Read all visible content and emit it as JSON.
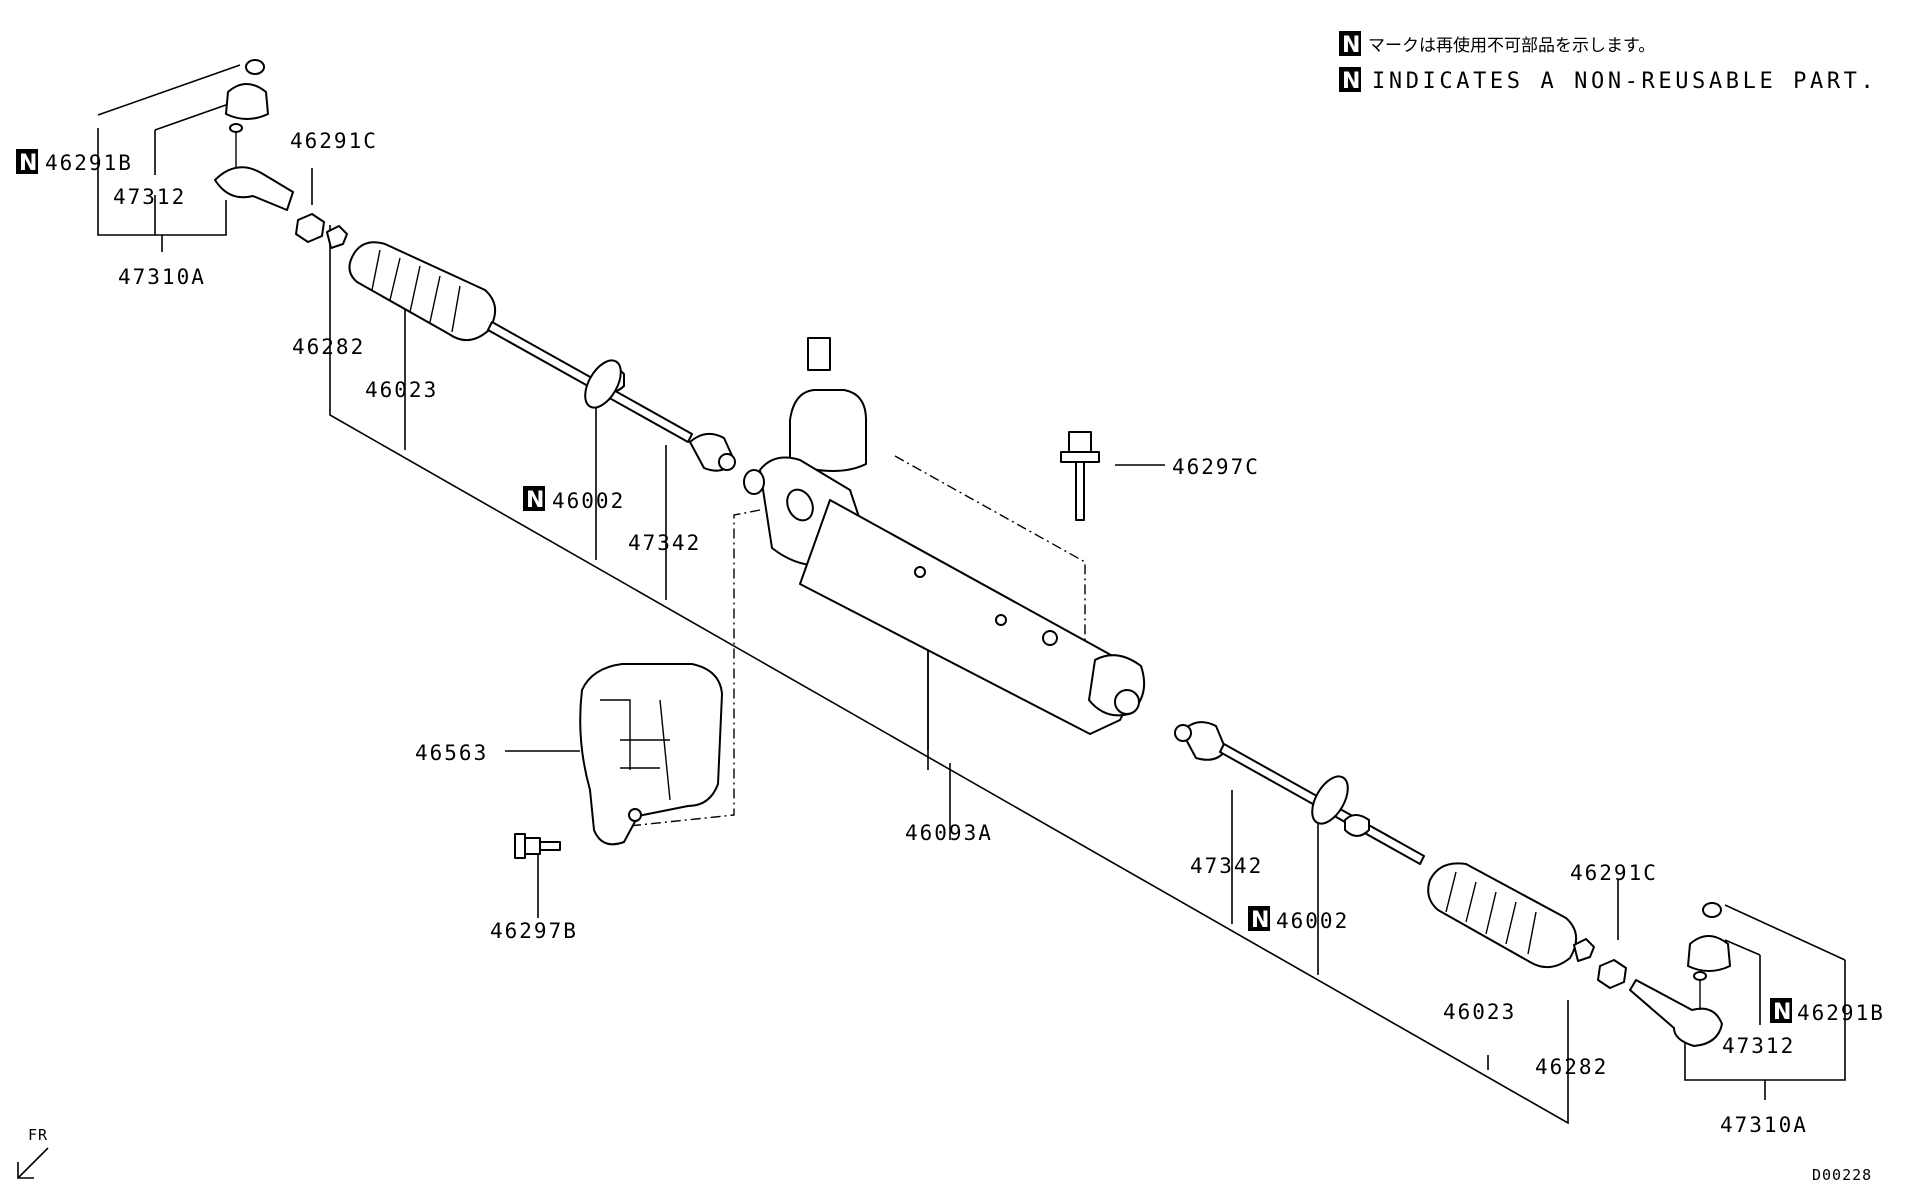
{
  "legend": {
    "badge": "N",
    "japanese": "マークは再使用不可部品を示します。",
    "english": "INDICATES A NON-REUSABLE PART."
  },
  "labels": {
    "p46291B_left": "46291B",
    "p47312_left": "47312",
    "p47310A_left": "47310A",
    "p46291C_left": "46291C",
    "p46282_left": "46282",
    "p46023_left": "46023",
    "p46002_left": "46002",
    "p47342_left": "47342",
    "p46297C": "46297C",
    "p46563": "46563",
    "p46297B": "46297B",
    "p46093A": "46093A",
    "p47342_right": "47342",
    "p46002_right": "46002",
    "p46291C_right": "46291C",
    "p46023_right": "46023",
    "p46282_right": "46282",
    "p46291B_right": "46291B",
    "p47312_right": "47312",
    "p47310A_right": "47310A"
  },
  "direction_marker": "FR",
  "diagram_id": "D00228",
  "icons": {
    "non_reusable": "n-badge-icon",
    "front_direction": "front-arrow-icon"
  }
}
